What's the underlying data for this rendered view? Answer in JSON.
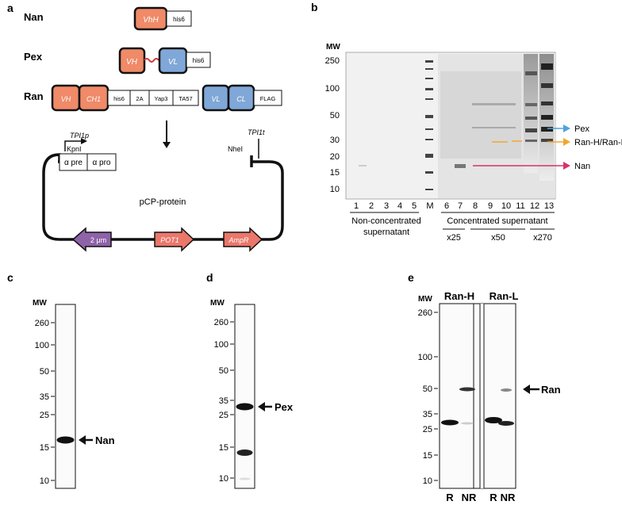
{
  "panels": {
    "a": "a",
    "b": "b",
    "c": "c",
    "d": "d",
    "e": "e"
  },
  "panel_a": {
    "construct_names": [
      "Nan",
      "Pex",
      "Ran"
    ],
    "nan_parts": [
      "VhH",
      "his6"
    ],
    "pex_parts": [
      "VH",
      "VL",
      "his6"
    ],
    "ran_parts": [
      "VH",
      "CH1",
      "his6",
      "2A",
      "Yap3",
      "TA57",
      "VL",
      "CL",
      "FLAG"
    ],
    "promoter": "TPI1p",
    "terminator": "TPI1t",
    "site_left": "KpnI",
    "site_right": "NheI",
    "signal_pre": "α pre",
    "signal_pro": "α pro",
    "plasmid_name": "pCP-protein",
    "markers": [
      "2 μm",
      "POT1",
      "AmpR"
    ],
    "colors": {
      "heavy": "#f08a68",
      "light": "#7fa8d8",
      "purple": "#8e63a8",
      "salmon": "#ea776a"
    }
  },
  "panel_b": {
    "mw_title": "MW",
    "mw_ticks": [
      "250",
      "100",
      "50",
      "30",
      "20",
      "15",
      "10"
    ],
    "lanes": [
      "1",
      "2",
      "3",
      "4",
      "5",
      "M",
      "6",
      "7",
      "8",
      "9",
      "10",
      "11",
      "12",
      "13"
    ],
    "group_left": [
      "Non-concentrated",
      "supernatant"
    ],
    "group_right": "Concentrated supernatant",
    "conc": [
      "x25",
      "x50",
      "x270"
    ],
    "arrows": [
      {
        "label": "Pex",
        "color": "#4fa3dc"
      },
      {
        "label": "Ran-H/Ran-L",
        "color": "#f0a830"
      },
      {
        "label": "Nan",
        "color": "#d8326a"
      }
    ]
  },
  "panel_c": {
    "mw_title": "MW",
    "mw_ticks": [
      "260",
      "100",
      "50",
      "35",
      "25",
      "15",
      "10"
    ],
    "band_label": "Nan"
  },
  "panel_d": {
    "mw_title": "MW",
    "mw_ticks": [
      "260",
      "100",
      "50",
      "35",
      "25",
      "15",
      "10"
    ],
    "band_label": "Pex"
  },
  "panel_e": {
    "mw_title": "MW",
    "mw_ticks": [
      "260",
      "100",
      "50",
      "35",
      "25",
      "15",
      "10"
    ],
    "blot_titles": [
      "Ran-H",
      "Ran-L"
    ],
    "lane_labels": [
      "R",
      "NR",
      "R",
      "NR"
    ],
    "band_label": "Ran"
  }
}
